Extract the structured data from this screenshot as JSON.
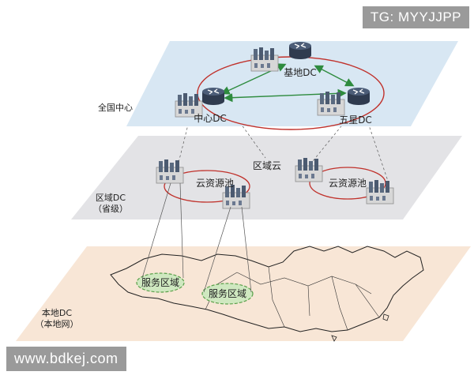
{
  "watermarks": {
    "top": "TG: MYYJJPP",
    "bottom": "www.bdkej.com"
  },
  "layers": {
    "national": {
      "label": "全国中心"
    },
    "regional": {
      "label_line1": "区域DC",
      "label_line2": "（省级）"
    },
    "local": {
      "label_line1": "本地DC",
      "label_line2": "（本地网）"
    }
  },
  "nodes": {
    "base_dc": "基地DC",
    "center_dc": "中心DC",
    "star_dc": "五星DC"
  },
  "regional_cloud_label": "区域云",
  "resource_pools": [
    "云资源池",
    "云资源池"
  ],
  "service_areas": [
    "服务区域",
    "服务区域"
  ],
  "colors": {
    "national_plane": "#d8e7f3",
    "regional_plane": "#e3e3e6",
    "local_plane": "#f8e6d6",
    "ring": "#c0312b",
    "link_arrow": "#2e8b3e",
    "service_area_fill": "#cfe8c0",
    "service_area_stroke": "#5aa04a"
  },
  "icons": [
    "router-icon",
    "server-rack-icon"
  ]
}
